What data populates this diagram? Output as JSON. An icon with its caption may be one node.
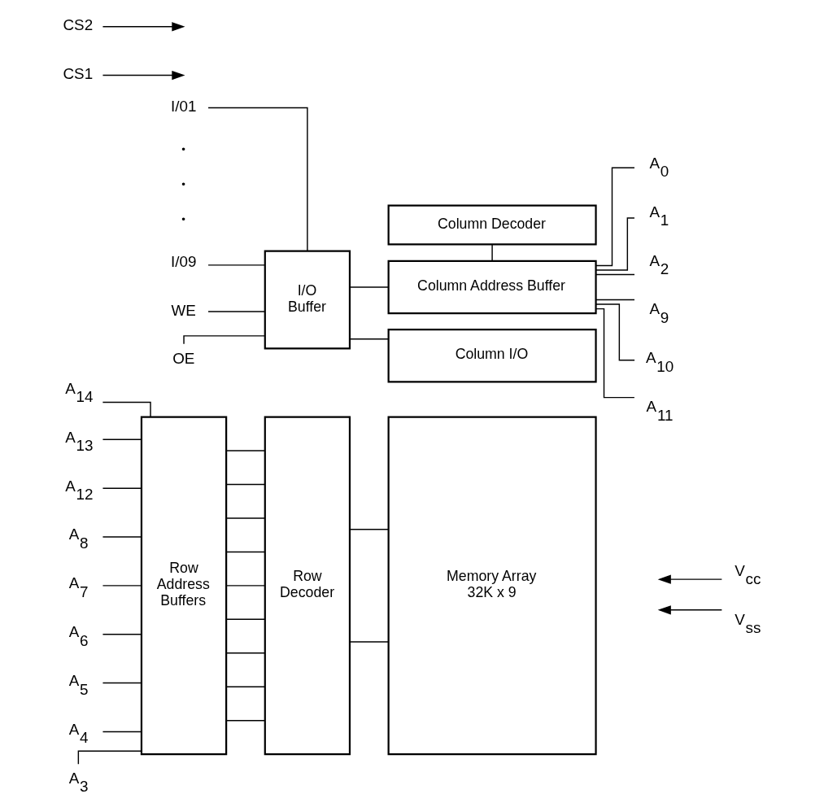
{
  "diagram": {
    "nodes": [
      {
        "text": [
          "Row Address Buffers"
        ]
      },
      {
        "text": [
          "Row Decoder"
        ]
      },
      {
        "text": [
          "Memory Array 32K x 9"
        ]
      },
      {
        "text": [
          "I/O Buffer"
        ]
      },
      {
        "text": [
          "Column I/O"
        ]
      },
      {
        "text": [
          "Column Decoder"
        ]
      },
      {
        "text": [
          "Column Address Buffer"
        ]
      },
      {
        "text": [
          "A$_{14}$"
        ]
      },
      {
        "text": [
          "A$_{13}$"
        ]
      },
      {
        "text": [
          "A$_{12}$"
        ]
      },
      {
        "text": [
          "A$_{8}$"
        ]
      },
      {
        "text": [
          "A$_{7}$"
        ]
      },
      {
        "text": [
          "A$_{6}$"
        ]
      },
      {
        "text": [
          "A$_{5}$"
        ]
      },
      {
        "text": [
          "A$_{4}$"
        ]
      },
      {
        "text": [
          "A$_{3}$"
        ]
      },
      {
        "text": [
          "I/01"
        ]
      },
      {
        "text": [
          "I/09"
        ]
      },
      {
        "text": [
          "WE"
        ]
      },
      {
        "text": [
          "OE"
        ]
      },
      {
        "text": [
          "CS1"
        ]
      },
      {
        "text": [
          "CS2"
        ]
      },
      {
        "text": [
          "V$_{cc}$"
        ]
      },
      {
        "text": [
          "V$_{ss}$"
        ]
      },
      {
        "text": [
          "A$_{0}$"
        ]
      },
      {
        "text": [
          "A$_{1}$"
        ]
      },
      {
        "text": [
          "A$_{2}$"
        ]
      },
      {
        "text": [
          "A$_{9}$"
        ]
      },
      {
        "text": [
          "A$_{10}$"
        ]
      },
      {
        "text": [
          "A$_{11}$"
        ]
      }
    ],
    "edges": [
      {
        "from": 7,
        "to": 0,
        "arrow": "none"
      },
      {
        "from": 8,
        "to": 0,
        "arrow": "none"
      },
      {
        "from": 9,
        "to": 0,
        "arrow": "none"
      },
      {
        "from": 10,
        "to": 0,
        "arrow": "none"
      },
      {
        "from": 11,
        "to": 0,
        "arrow": "none"
      },
      {
        "from": 12,
        "to": 0,
        "arrow": "none"
      },
      {
        "from": 13,
        "to": 0,
        "arrow": "none"
      },
      {
        "from": 14,
        "to": 0,
        "arrow": "none"
      },
      {
        "from": 15,
        "to": 0,
        "arrow": "none"
      },
      {
        "from": 0,
        "to": 1,
        "arrow": "none"
      },
      {
        "from": 0,
        "to": 1,
        "arrow": "none"
      },
      {
        "from": 0,
        "to": 1,
        "arrow": "none"
      },
      {
        "from": 0,
        "to": 1,
        "arrow": "none"
      },
      {
        "from": 0,
        "to": 1,
        "arrow": "none"
      },
      {
        "from": 0,
        "to": 1,
        "arrow": "none"
      },
      {
        "from": 0,
        "to": 1,
        "arrow": "none"
      },
      {
        "from": 0,
        "to": 1,
        "arrow": "none"
      },
      {
        "from": 0,
        "to": 1,
        "arrow": "none"
      },
      {
        "from": 1,
        "to": 2,
        "arrow": "none"
      },
      {
        "from": 1,
        "to": 2,
        "arrow": "none"
      },
      {
        "from": 16,
        "to": 3,
        "arrow": "none"
      },
      {
        "from": 17,
        "to": 3,
        "arrow": "none"
      },
      {
        "from": 18,
        "to": 3,
        "arrow": "none"
      },
      {
        "from": 19,
        "to": 3,
        "arrow": "none"
      },
      {
        "from": 3,
        "to": 4,
        "arrow": "none"
      },
      {
        "from": 3,
        "to": 6,
        "arrow": "none"
      },
      {
        "from": 5,
        "to": 6,
        "arrow": "none"
      },
      {
        "from": 24,
        "to": 6,
        "arrow": "none"
      },
      {
        "from": 25,
        "to": 6,
        "arrow": "none"
      },
      {
        "from": 26,
        "to": 6,
        "arrow": "none"
      },
      {
        "from": 27,
        "to": 6,
        "arrow": "none"
      },
      {
        "from": 28,
        "to": 6,
        "arrow": "none"
      },
      {
        "from": 29,
        "to": 6,
        "arrow": "none"
      },
      {
        "from": 20,
        "to": null,
        "arrow": "to"
      },
      {
        "from": 21,
        "to": null,
        "arrow": "to"
      },
      {
        "from": 22,
        "to": null,
        "arrow": "to"
      },
      {
        "from": 23,
        "to": null,
        "arrow": "to"
      }
    ],
    "labels": [
      "•",
      "•",
      "•"
    ]
  }
}
